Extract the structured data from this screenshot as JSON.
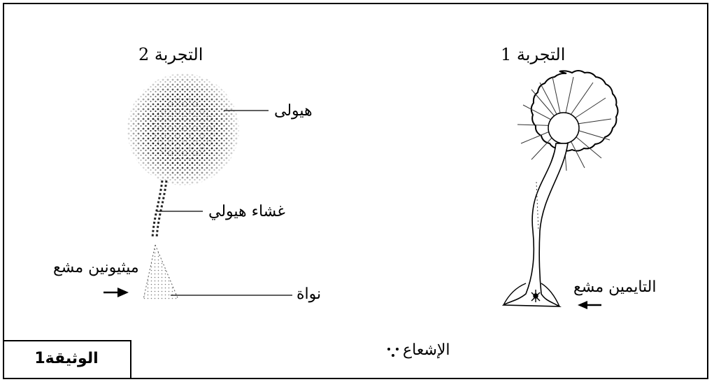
{
  "experiment_1": {
    "title": "التجربة 1",
    "radioactive_label": "التايمين مشع"
  },
  "experiment_2": {
    "title": "التجربة 2",
    "cytoplasm_label": "هيولى",
    "membrane_label": "غشاء هيولي",
    "nucleus_label": "نواة",
    "radioactive_label": "ميثيونين مشع"
  },
  "legend": {
    "radiation_label": "الإشعاع"
  },
  "document_label": "الوثيقة1"
}
